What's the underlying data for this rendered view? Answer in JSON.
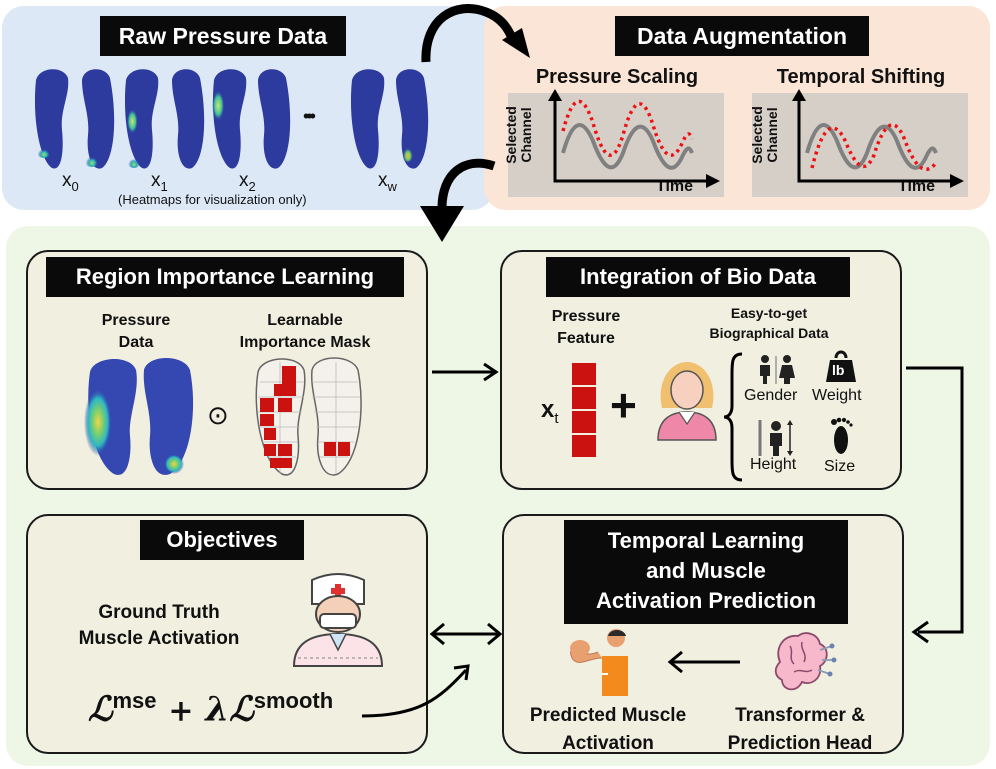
{
  "raw": {
    "title": "Raw Pressure Data",
    "labels": [
      "x",
      "x",
      "x",
      "x"
    ],
    "subs": [
      "0",
      "1",
      "2",
      "w"
    ],
    "dots": "•••",
    "note": "(Heatmaps for visualization only)"
  },
  "augmentation": {
    "title": "Data Augmentation",
    "scaling": {
      "title": "Pressure Scaling",
      "ylabel_1": "Selected",
      "ylabel_2": "Channel",
      "xlabel": "Time"
    },
    "shifting": {
      "title": "Temporal Shifting",
      "ylabel_1": "Selected",
      "ylabel_2": "Channel",
      "xlabel": "Time"
    }
  },
  "region": {
    "title": "Region Importance Learning",
    "pressure_label_1": "Pressure",
    "pressure_label_2": "Data",
    "mask_label_1": "Learnable",
    "mask_label_2": "Importance Mask",
    "operator": "⊙"
  },
  "bio": {
    "title": "Integration of Bio Data",
    "feature_label_1": "Pressure",
    "feature_label_2": "Feature",
    "xt": "x",
    "xt_sub": "t",
    "plus": "+",
    "bio_label_1": "Easy-to-get",
    "bio_label_2": "Biographical Data",
    "gender": "Gender",
    "weight": "Weight",
    "weight_icon": "lb",
    "height": "Height",
    "size": "Size"
  },
  "objectives": {
    "title": "Objectives",
    "gt_1": "Ground Truth",
    "gt_2": "Muscle Activation",
    "loss_l1": "ℒ",
    "loss_sup1": "mse",
    "loss_plus": "+",
    "loss_lambda": "λℒ",
    "loss_sup2": "smooth"
  },
  "temporal": {
    "title_1": "Temporal Learning",
    "title_2": "and  Muscle",
    "title_3": "Activation Prediction",
    "pred_1": "Predicted Muscle",
    "pred_2": "Activation",
    "tf_1": "Transformer &",
    "tf_2": "Prediction Head"
  },
  "colors": {
    "blue_panel": "#dde8f6",
    "orange_panel": "#fbe5d6",
    "green_panel": "#eef7e6",
    "box_fill": "#f0efe0",
    "mask_red": "#cc1111",
    "curve_gray": "#808080",
    "dotted_red": "#ee1111"
  }
}
